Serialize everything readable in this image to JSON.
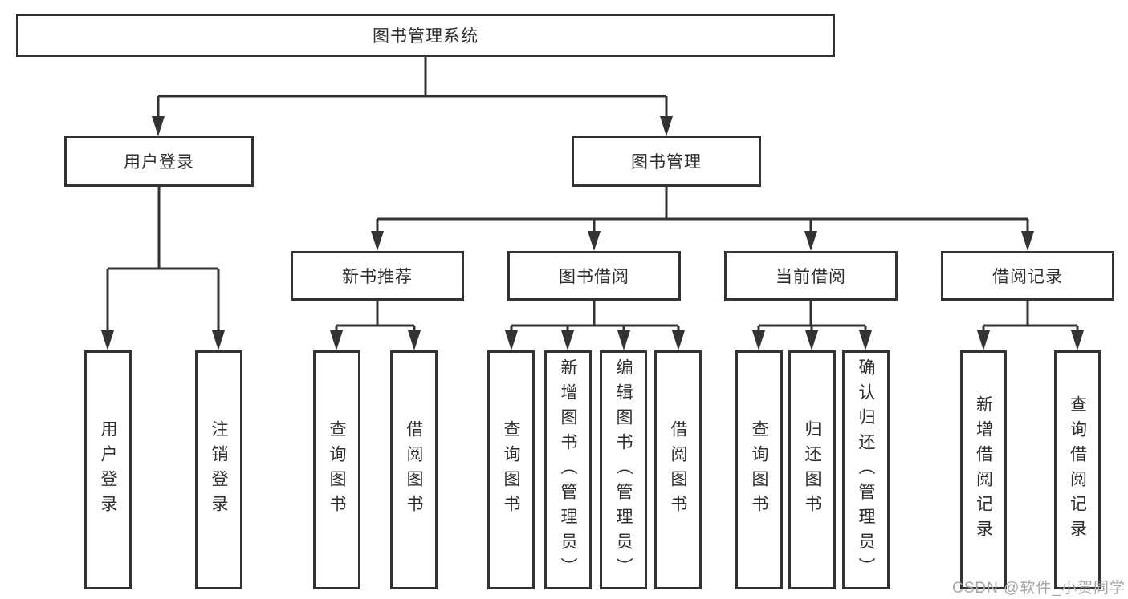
{
  "tree": {
    "root": {
      "label": "图书管理系统"
    },
    "branches": [
      {
        "label": "用户登录",
        "children": [
          "用户登录",
          "注销登录"
        ]
      },
      {
        "label": "图书管理",
        "sections": [
          {
            "label": "新书推荐",
            "children": [
              "查询图书",
              "借阅图书"
            ]
          },
          {
            "label": "图书借阅",
            "children": [
              "查询图书",
              "新增图书（管理员）",
              "编辑图书（管理员）",
              "借阅图书"
            ]
          },
          {
            "label": "当前借阅",
            "children": [
              "查询图书",
              "归还图书",
              "确认归还（管理员）"
            ]
          },
          {
            "label": "借阅记录",
            "children": [
              "新增借阅记录",
              "查询借阅记录"
            ]
          }
        ]
      }
    ]
  },
  "watermark": "CSDN @软件_小贺同学",
  "colors": {
    "line": "#333333",
    "box_border": "#333333",
    "box_fill": "#ffffff",
    "text": "#2e2e2e",
    "watermark_text": "#a6a6a6",
    "background": "#ffffff"
  }
}
